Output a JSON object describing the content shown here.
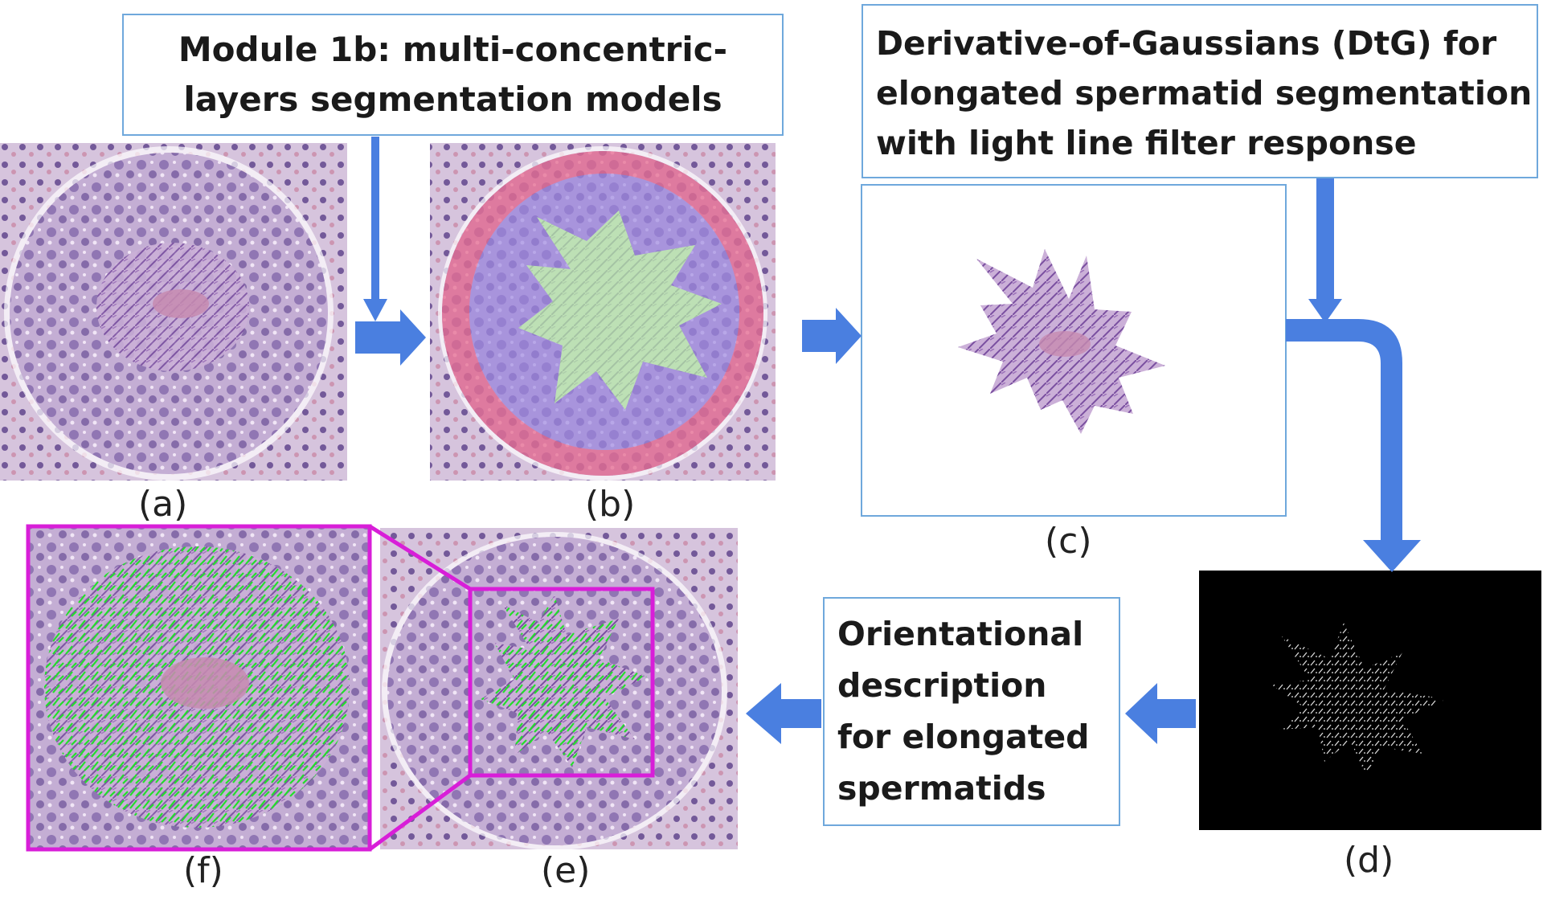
{
  "module_box": {
    "line1": "Module 1b: multi-concentric-",
    "line2": "layers segmentation models"
  },
  "dtg_box": {
    "line1": "Derivative-of-Gaussians (DtG) for",
    "line2": "elongated spermatid segmentation",
    "line3": "with light line filter response"
  },
  "orientation_box": {
    "line1": "Orientational",
    "line2": "description",
    "line3": "for elongated",
    "line4": "spermatids"
  },
  "captions": {
    "a": "(a)",
    "b": "(b)",
    "c": "(c)",
    "d": "(d)",
    "e": "(e)",
    "f": "(f)"
  },
  "colors": {
    "arrow": "#4a7fe0",
    "box_border": "#6fa8dc",
    "tissue": "#b9a2cc",
    "outer_layer": "#e8668a",
    "middle_layer": "#9a86e0",
    "inner_layer": "#8ef08a",
    "magenta": "#d81ed8"
  }
}
